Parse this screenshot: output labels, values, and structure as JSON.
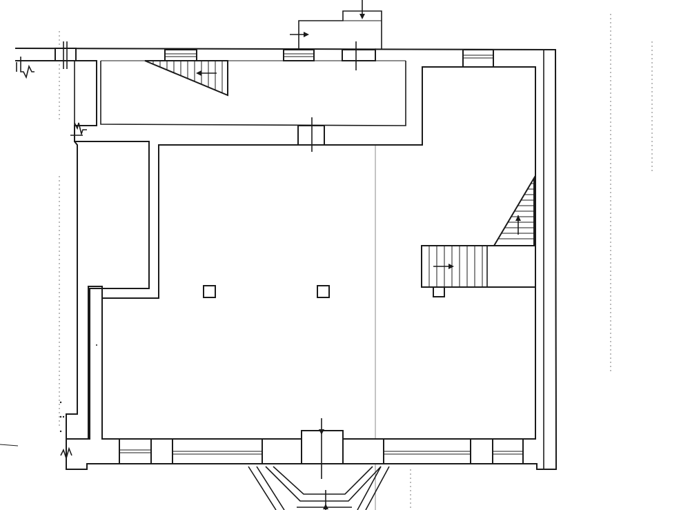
{
  "drawing": {
    "kind": "floor-plan",
    "colors": {
      "line": "#1a1a1a",
      "background": "#ffffff",
      "guide": "#888888"
    },
    "windows": 9,
    "doors": 4,
    "columns": 3,
    "stairs": 3
  }
}
